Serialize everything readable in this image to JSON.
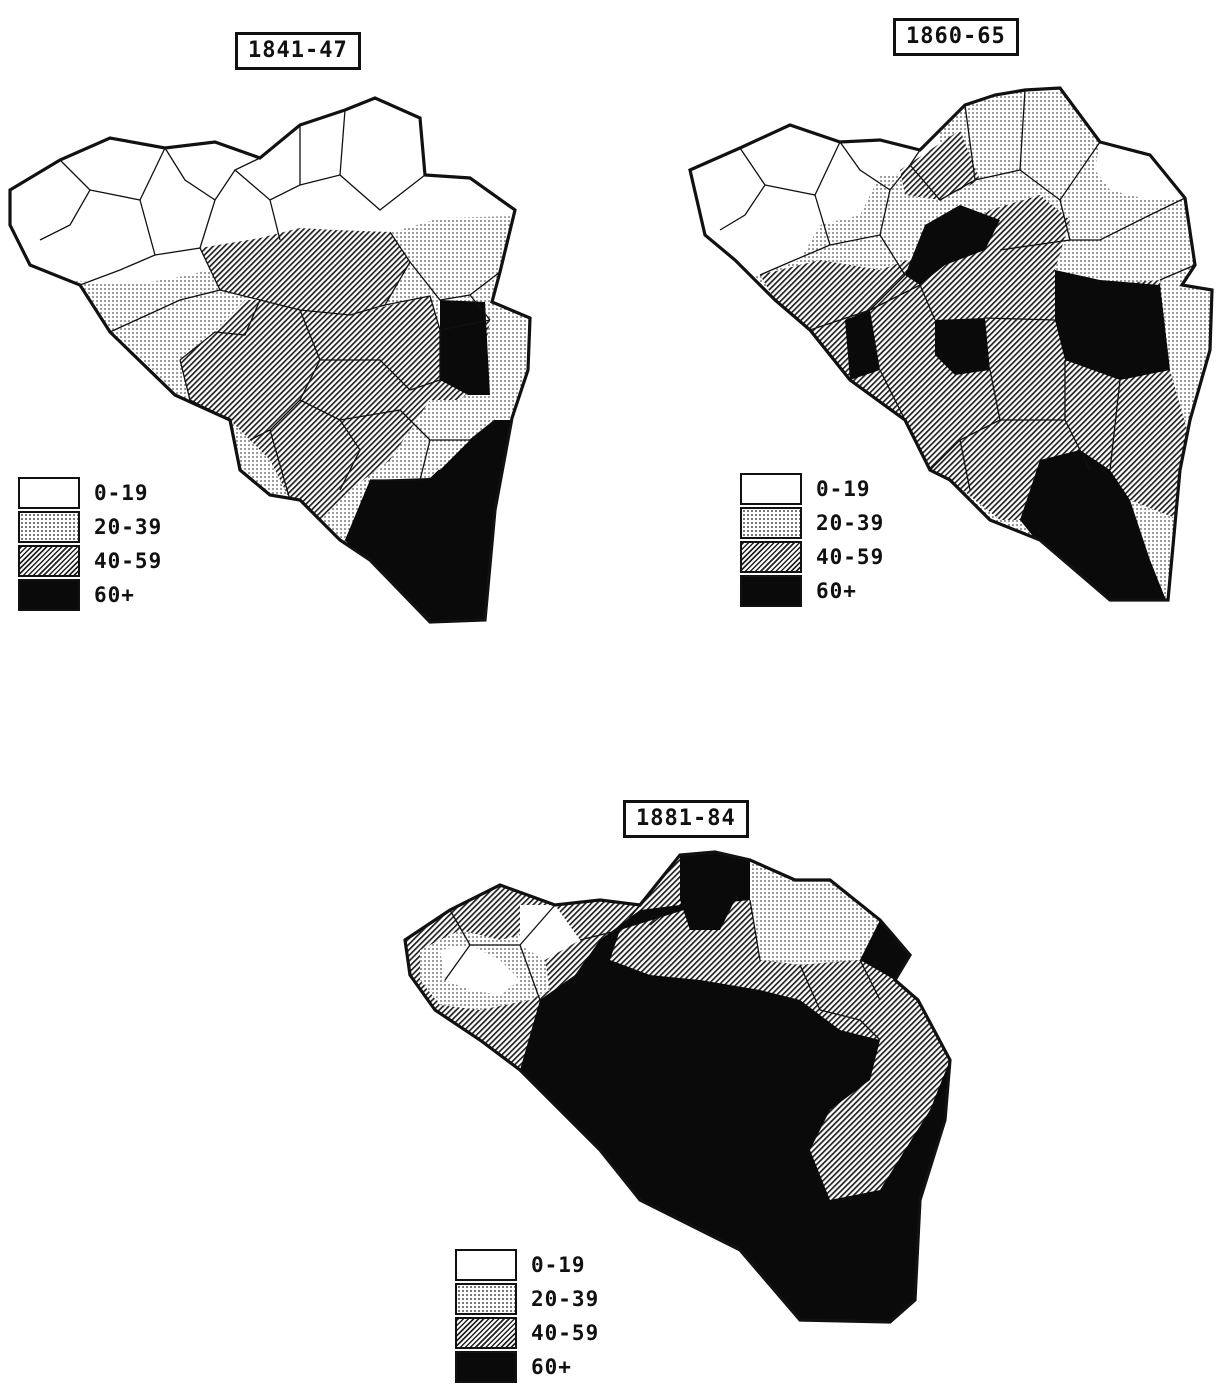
{
  "maps": [
    {
      "id": "map1",
      "title": "1841-47"
    },
    {
      "id": "map2",
      "title": "1860-65"
    },
    {
      "id": "map3",
      "title": "1881-84"
    }
  ],
  "legend": [
    {
      "label": "0-19",
      "class": "sw-0"
    },
    {
      "label": "20-39",
      "class": "sw-1"
    },
    {
      "label": "40-59",
      "class": "sw-2"
    },
    {
      "label": "60+",
      "class": "sw-3"
    }
  ],
  "colors": {
    "outline": "#111111",
    "dark": "#0a0a0a",
    "light": "#ffffff"
  }
}
